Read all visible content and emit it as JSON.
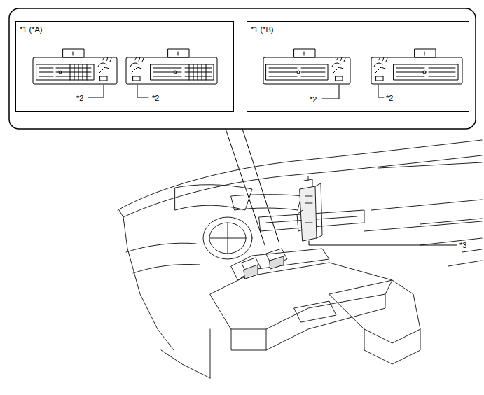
{
  "diagram": {
    "nodes": [
      {
        "text": [
          "*1 (*A)",
          "*2",
          "*2"
        ]
      },
      {
        "text": [
          "*1 (*B)",
          "*2",
          "*2"
        ]
      }
    ],
    "labels": [
      "*3"
    ]
  }
}
